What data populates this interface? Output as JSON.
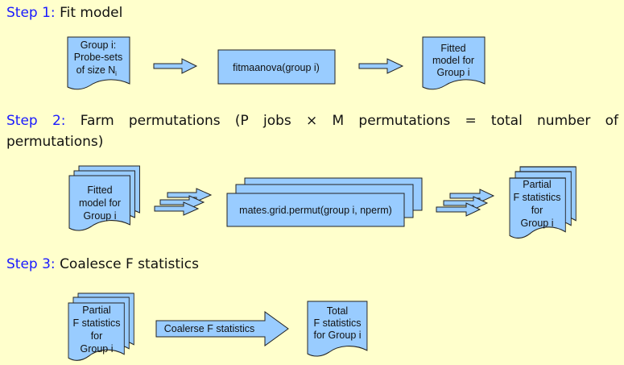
{
  "colors": {
    "shape_fill": "#99ccff",
    "background": "#ffffcc",
    "step_label": "#1a1aff"
  },
  "steps": [
    {
      "label": "Step 1:",
      "title": "Fit model",
      "input_doc": [
        "Group i:",
        "Probe-sets",
        "of size N"
      ],
      "input_doc_subscript": "i",
      "process": "fitmaanova(group i)",
      "output_doc": [
        "Fitted",
        "model for",
        "Group i"
      ]
    },
    {
      "label": "Step 2:",
      "title": "Farm permutations (P jobs × M permutations = total number of permutations)",
      "input_doc": [
        "Fitted",
        "model for",
        "Group i"
      ],
      "process": "mates.grid.permut(group i, nperm)",
      "output_doc": [
        "Partial",
        "F statistics",
        "for",
        "Group i"
      ]
    },
    {
      "label": "Step 3:",
      "title": "Coalesce F statistics",
      "input_doc": [
        "Partial",
        "F statistics",
        "for",
        "Group i"
      ],
      "arrow_label": "Coalerse F statistics",
      "output_doc": [
        "Total",
        "F statistics",
        "for Group i"
      ]
    }
  ]
}
